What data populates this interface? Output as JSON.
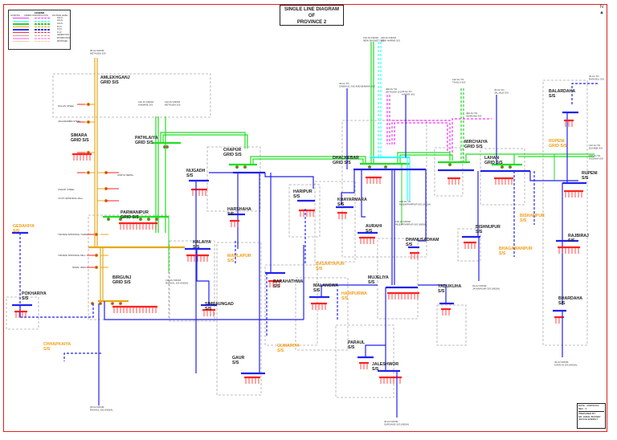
{
  "title": {
    "line1": "SINGLE LINE DIAGRAM",
    "line2": "OF",
    "line3": "PROVINCE 2"
  },
  "north_arrow": {
    "letter": "N",
    "icon": "north-arrow-icon"
  },
  "legend": {
    "heading": "LEGEND",
    "columns": [
      "EXISTING",
      "UNDER CONSTRUCTION",
      "VOLTAGE LEVEL"
    ],
    "rows": [
      {
        "color": "#ff33ff",
        "label": "400 kV"
      },
      {
        "color": "#33ffff",
        "label": "220 kV"
      },
      {
        "color": "#33cc33",
        "label": "132 kV"
      },
      {
        "color": "#e6a817",
        "label": "66 kV"
      },
      {
        "color": "#3333ff",
        "label": "33 kV"
      },
      {
        "color": "#ff3333",
        "label": "11 kV"
      },
      {
        "color": "#cc9999",
        "label": "GENERATION"
      },
      {
        "color": "#ffaaff",
        "label": "DISTRIBUTION"
      },
      {
        "color": "#ffcc99",
        "label": "PROPOSED"
      }
    ]
  },
  "colors": {
    "kv400": "#ff33ff",
    "kv220": "#33ffff",
    "kv132": "#22dd22",
    "kv66": "#e6a817",
    "kv33": "#2222ee",
    "kv11": "#ff2222",
    "proposed": "#f39c12",
    "frame": "#e02020"
  },
  "substations": [
    {
      "id": "amlekhganj",
      "name": "AMLEKHGANJ",
      "suffix": "GRID S/S",
      "proposed": false
    },
    {
      "id": "simara",
      "name": "SIMARA",
      "suffix": "GRID S/S",
      "proposed": false
    },
    {
      "id": "pathlaiya",
      "name": "PATHLAIYA",
      "suffix": "GRID S/S",
      "proposed": false
    },
    {
      "id": "nijgadh",
      "name": "NIJGADH",
      "suffix": "S/S",
      "proposed": false
    },
    {
      "id": "chapur",
      "name": "CHAPUR",
      "suffix": "GRID S/S",
      "proposed": false
    },
    {
      "id": "parwanipur",
      "name": "PARWANIPUR",
      "suffix": "GRID S/S",
      "proposed": false
    },
    {
      "id": "birgunj",
      "name": "BIRGUNJ",
      "suffix": "GRID S/S",
      "proposed": false
    },
    {
      "id": "kalaiya",
      "name": "KALAIYA",
      "suffix": "S/S",
      "proposed": false
    },
    {
      "id": "simraungad",
      "name": "SIMRAUNGAD",
      "suffix": "S/S",
      "proposed": false
    },
    {
      "id": "harsaha",
      "name": "HARSHAHA",
      "suffix": "S/S",
      "proposed": false
    },
    {
      "id": "maulapur",
      "name": "MAULAPUR",
      "suffix": "S/S",
      "proposed": true
    },
    {
      "id": "barahathwa",
      "name": "BARAHATHWA",
      "suffix": "S/S",
      "proposed": false
    },
    {
      "id": "gaur",
      "name": "GAUR",
      "suffix": "S/S",
      "proposed": false
    },
    {
      "id": "gumariya",
      "name": "GUMARIYA",
      "suffix": "S/S",
      "proposed": true
    },
    {
      "id": "haripur",
      "name": "HARIPUR",
      "suffix": "S/S",
      "proposed": false
    },
    {
      "id": "basantapur",
      "name": "BASANTAPUR",
      "suffix": "S/S",
      "proposed": true
    },
    {
      "id": "khayarmara",
      "name": "KHAYARMARA",
      "suffix": "S/S",
      "proposed": false
    },
    {
      "id": "aurahi",
      "name": "AURAHI",
      "suffix": "S/S",
      "proposed": false
    },
    {
      "id": "dhalkebar",
      "name": "DHALKEBAR",
      "suffix": "GRID S/S",
      "proposed": false
    },
    {
      "id": "malangwa",
      "name": "MALANGWA",
      "suffix": "S/S",
      "proposed": false
    },
    {
      "id": "haripurwa",
      "name": "HARIPURWA",
      "suffix": "S/S",
      "proposed": true
    },
    {
      "id": "mujeliya",
      "name": "MUJELIYA",
      "suffix": "S/S",
      "proposed": false
    },
    {
      "id": "dhanusadham",
      "name": "DHANUSADHAM",
      "suffix": "S/S",
      "proposed": false
    },
    {
      "id": "yadukuha",
      "name": "YADUKUHA",
      "suffix": "S/S",
      "proposed": false
    },
    {
      "id": "parauli",
      "name": "PARAUL",
      "suffix": "S/S",
      "proposed": false
    },
    {
      "id": "jaleshwor",
      "name": "JALESHWOR",
      "suffix": "S/S",
      "proposed": false
    },
    {
      "id": "mirchaiya",
      "name": "MIRCHAIYA",
      "suffix": "GRID S/S",
      "proposed": false
    },
    {
      "id": "lahan",
      "name": "LAHAN",
      "suffix": "GRID S/S",
      "proposed": false
    },
    {
      "id": "bishnupur",
      "name": "BISHNUPUR",
      "suffix": "S/S",
      "proposed": false
    },
    {
      "id": "bishanpur",
      "name": "BISHANPUR",
      "suffix": "S/S",
      "proposed": true
    },
    {
      "id": "bhagawanpur",
      "name": "BHAGAWANPUR",
      "suffix": "S/S",
      "proposed": true
    },
    {
      "id": "balardaha",
      "name": "BALARDAHA",
      "suffix": "S/S",
      "proposed": false
    },
    {
      "id": "rupeni_grid",
      "name": "RUPENI",
      "suffix": "GRID S/S",
      "proposed": true
    },
    {
      "id": "rupeni",
      "name": "RUPENI",
      "suffix": "S/S",
      "proposed": false
    },
    {
      "id": "rajbiraj",
      "name": "RAJBIRAJ",
      "suffix": "S/S",
      "proposed": false
    },
    {
      "id": "bhardaha",
      "name": "BHARDAHA",
      "suffix": "S/S",
      "proposed": false
    },
    {
      "id": "gedahiya",
      "name": "GEDAHIYA",
      "suffix": "S/S",
      "proposed": true
    },
    {
      "id": "pokhariya",
      "name": "POKHARIYA",
      "suffix": "S/S",
      "proposed": false
    },
    {
      "id": "chhapkaiya",
      "name": "CHHAPKAIYA",
      "suffix": "S/S",
      "proposed": true
    }
  ],
  "industries": [
    "HULAS STEEL",
    "JAGADAMBA STEEL",
    "SURYA NEPAL",
    "ASHOK STEEL",
    "JYOTI SPINNING MILL",
    "TRIVENI SPINNING YARN",
    "TRIVENI SPINNING MILL",
    "NIMAL IRON"
  ],
  "external_feeds": [
    "66 kV FROM HETAUDA S/S",
    "132 kV FROM KAMANE S/S",
    "132 kV FROM HETAUDA S/S",
    "132 kV FROM NEW BASNETI S/S",
    "220 kV FROM NEW HARNE S/S",
    "33 kV TO SINDHULI S/S AND BHIMAN S/S",
    "400 kV TO HETAUDA S/S",
    "33 kV TO KATARI S/S",
    "132 kV TO TINGLA S/S",
    "400 kV TO INARUWA S/S",
    "33 kV TO JALJALE S/S",
    "33 kV TO RANGELI S/S",
    "132 kV TO DUHABI S/S",
    "132 kV TO KUSAHA S/S",
    "132 kV FROM RAXAUL S/S (INDIA)",
    "220 kV TO MUZAFFARPUR S/S (INDIA)",
    "132 kV FROM MUZAFFARPUR S/S (INDIA)",
    "33 kV FROM JAYANAGAR S/S (INDIA)",
    "33 kV FROM KATAIYA S/S (INDIA)",
    "33 kV FROM SURSAND S/S (INDIA)",
    "33 kV FROM RAXAUL S/S (INDIA)"
  ],
  "info_box": {
    "date": "DATE : 2018/10/19",
    "rev": "REV : 0",
    "prepared": "PREPARED BY:",
    "author1": "ER. HIMAL BASNET",
    "author2": "GEOCE ENERGY"
  }
}
